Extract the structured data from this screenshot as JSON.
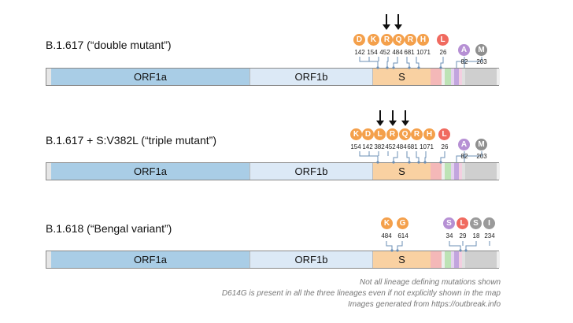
{
  "colors": {
    "orf1a": "#a9cde6",
    "orf1b": "#dce9f6",
    "s": "#f9d1a2",
    "spike_mutation": "#f4a04b",
    "orf8_mutation": "#f06a5f",
    "orf3a_mutation": "#b690d4",
    "m_mutation": "#8f8f8f",
    "n_mutation": "#9a9a9a"
  },
  "genes": {
    "orf1a": "ORF1a",
    "orf1b": "ORF1b",
    "s": "S"
  },
  "lineages": [
    {
      "title": "B.1.617 (“double mutant”)",
      "groups": [
        {
          "letters": [
            "D",
            "K",
            "R",
            "Q",
            "R",
            "H",
            "L"
          ],
          "positions": [
            "142",
            "154",
            "452",
            "484",
            "681",
            "1071",
            "26"
          ],
          "arrows_over": [
            2,
            3
          ]
        },
        {
          "letters": [
            "A"
          ],
          "positions": [
            "82"
          ]
        },
        {
          "letters": [
            "M"
          ],
          "positions": [
            "203"
          ]
        }
      ]
    },
    {
      "title": "B.1.617 + S:V382L (“triple mutant”)",
      "groups": [
        {
          "letters": [
            "K",
            "D",
            "L",
            "R",
            "Q",
            "R",
            "H",
            "L"
          ],
          "positions": [
            "154",
            "142",
            "382",
            "452",
            "484",
            "681",
            "1071",
            "26"
          ],
          "arrows_over": [
            2,
            3,
            4
          ]
        },
        {
          "letters": [
            "A"
          ],
          "positions": [
            "82"
          ]
        },
        {
          "letters": [
            "M"
          ],
          "positions": [
            "203"
          ]
        }
      ]
    },
    {
      "title": "B.1.618 (“Bengal variant”)",
      "groups": [
        {
          "letters": [
            "K",
            "G"
          ],
          "positions": [
            "484",
            "614"
          ]
        },
        {
          "letters": [
            "S",
            "L",
            "S",
            "I"
          ],
          "positions": [
            "34",
            "29",
            "18",
            "234"
          ]
        }
      ]
    }
  ],
  "footnotes": [
    "Not all lineage defining mutations  shown",
    "D614G is present in all the three lineages even if not explicitly shown in the map",
    "Images generated from https://outbreak.info"
  ]
}
